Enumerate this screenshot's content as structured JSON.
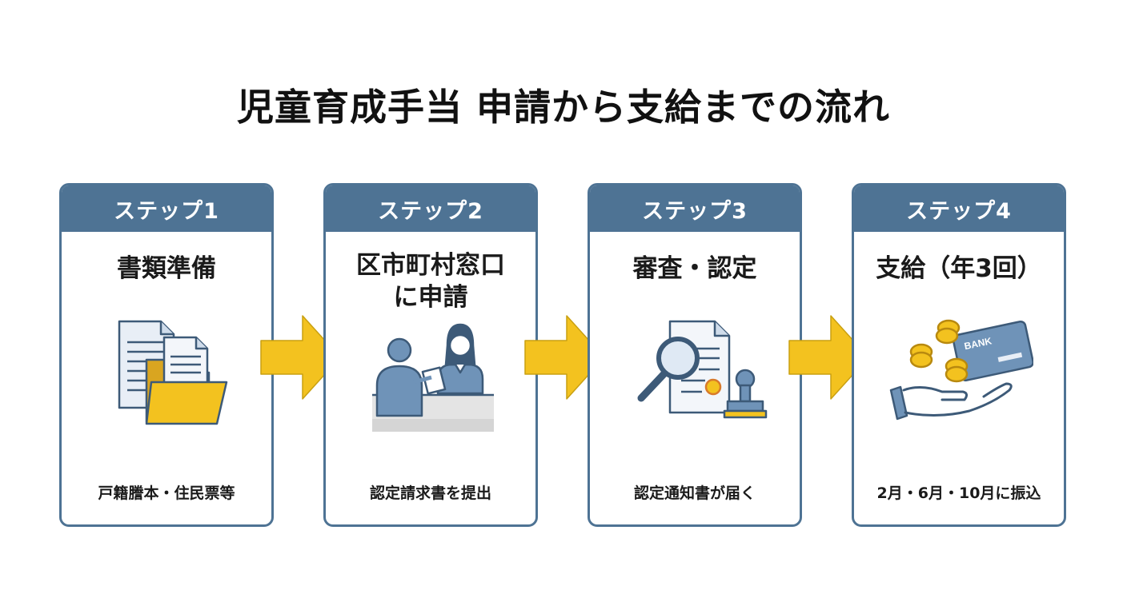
{
  "title": "児童育成手当 申請から支給までの流れ",
  "colors": {
    "header": "#4e7394",
    "arrow": "#f3c21f",
    "icon_blue": "#6f93b8",
    "icon_yellow": "#f3c21f"
  },
  "steps": [
    {
      "header": "ステップ1",
      "title": "書類準備",
      "caption": "戸籍謄本・住民票等",
      "icon": "documents-folder-icon"
    },
    {
      "header": "ステップ2",
      "title": "区市町村窓口\nに申請",
      "caption": "認定請求書を提出",
      "icon": "counter-service-icon"
    },
    {
      "header": "ステップ3",
      "title": "審査・認定",
      "caption": "認定通知書が届く",
      "icon": "review-stamp-icon"
    },
    {
      "header": "ステップ4",
      "title": "支給（年3回）",
      "caption": "2月・6月・10月に振込",
      "icon": "payment-icon",
      "bank_label": "BANK"
    }
  ]
}
